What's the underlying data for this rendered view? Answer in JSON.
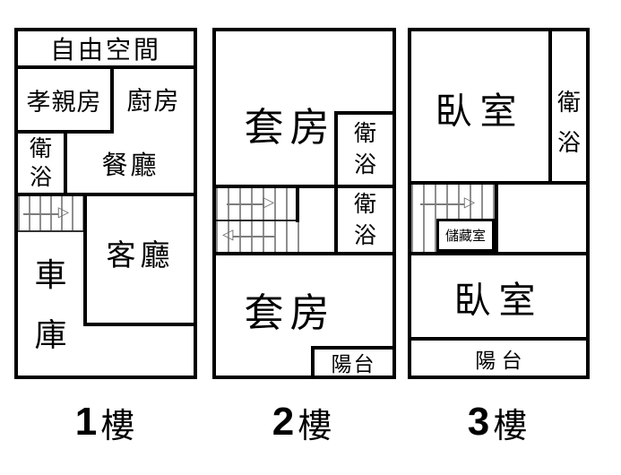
{
  "colors": {
    "wall": "#000000",
    "background": "#ffffff",
    "stair_tread": "#8f8f8f",
    "text": "#000000"
  },
  "floors": [
    {
      "label": {
        "number": "1",
        "suffix": "樓"
      },
      "rooms": {
        "free_space": "自由空間",
        "parents_room": "孝親房",
        "kitchen": "廚房",
        "bathroom": "衛浴",
        "dining_room": "餐廳",
        "living_room": "客廳",
        "garage": "車庫"
      },
      "stairs": {
        "up_arrow": "▷"
      }
    },
    {
      "label": {
        "number": "2",
        "suffix": "樓"
      },
      "rooms": {
        "suite_upper": "套房",
        "bathroom_upper": "衛浴",
        "bathroom_lower": "衛浴",
        "suite_lower": "套房",
        "balcony": "陽台"
      },
      "stairs": {
        "up_arrow": "▷",
        "down_arrow": "◁"
      }
    },
    {
      "label": {
        "number": "3",
        "suffix": "樓"
      },
      "rooms": {
        "bedroom_upper": "臥室",
        "bathroom": "衛浴",
        "storage": "儲藏室",
        "bedroom_lower": "臥室",
        "balcony": "陽 台"
      },
      "stairs": {
        "up_arrow": "▷"
      }
    }
  ]
}
